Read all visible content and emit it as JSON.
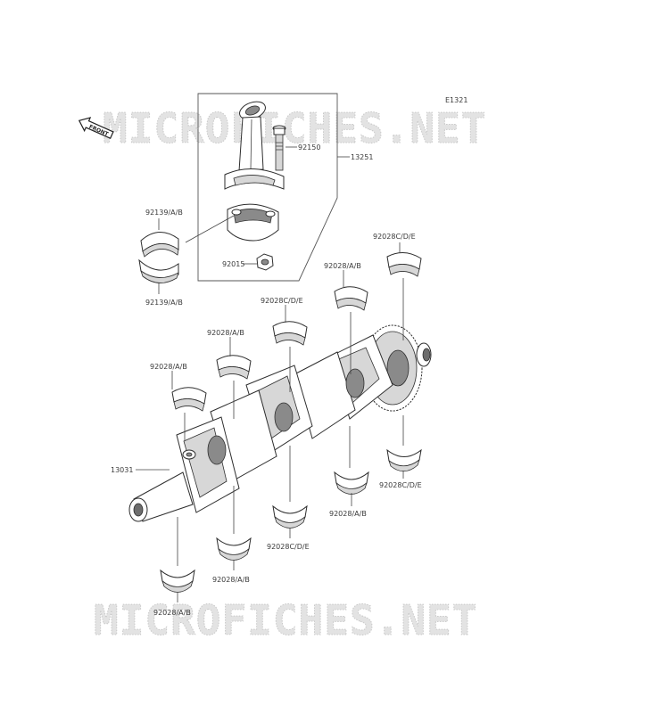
{
  "diagram_code": "E1321",
  "front_label": "FRONT",
  "watermark": "MICROFICHES.NET",
  "parts": {
    "conrod_assy": "13251",
    "conrod_bolt": "92150",
    "conrod_nut": "92015",
    "bearing_upper": "92139/A/B",
    "bearing_lower": "92139/A/B",
    "crankshaft": "13031"
  },
  "main_bearing_labels": [
    "92028C/D/E",
    "92028/A/B",
    "92028C/D/E",
    "92028/A/B",
    "92028/A/B",
    "92028C/D/E",
    "92028/A/B",
    "92028C/D/E",
    "92028/A/B",
    "92028/A/B"
  ]
}
